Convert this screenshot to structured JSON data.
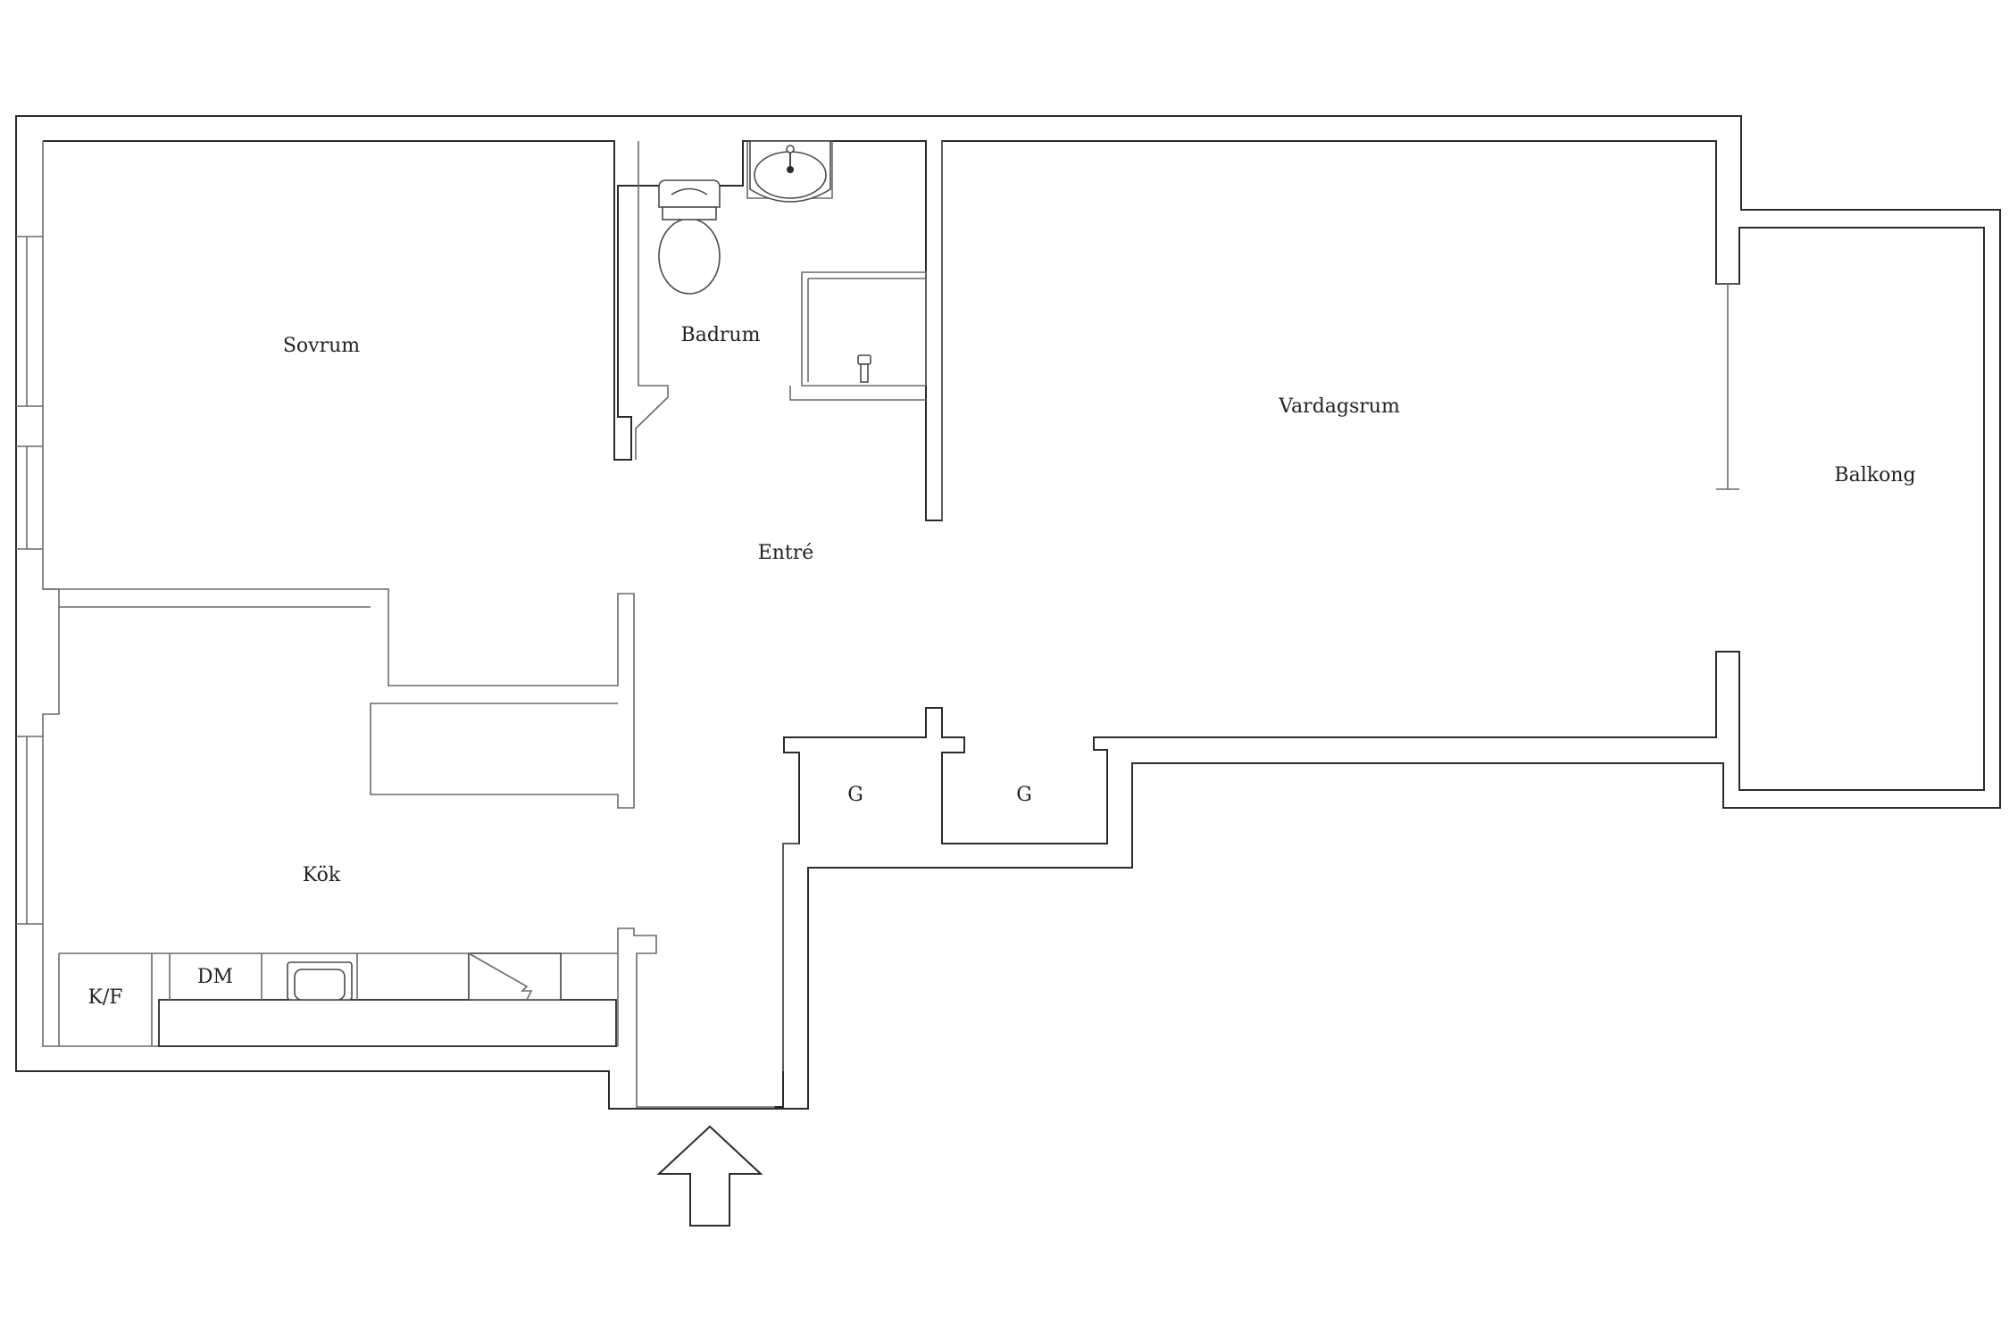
{
  "plan": {
    "rooms": {
      "sovrum": "Sovrum",
      "badrum": "Badrum",
      "vardagsrum": "Vardagsrum",
      "balkong": "Balkong",
      "entre": "Entré",
      "kok": "Kök",
      "garderob_1": "G",
      "garderob_2": "G"
    },
    "appliances": {
      "fridge_freezer": "K/F",
      "dishwasher": "DM"
    },
    "icons": {
      "entrance": "entrance-arrow-icon",
      "toilet": "toilet-icon",
      "sink": "sink-icon",
      "shower": "shower-icon",
      "kitchen_sink": "kitchen-sink-icon",
      "stove": "stove-icon"
    },
    "colors": {
      "wall": "#2b2b2b",
      "background": "#ffffff"
    }
  }
}
